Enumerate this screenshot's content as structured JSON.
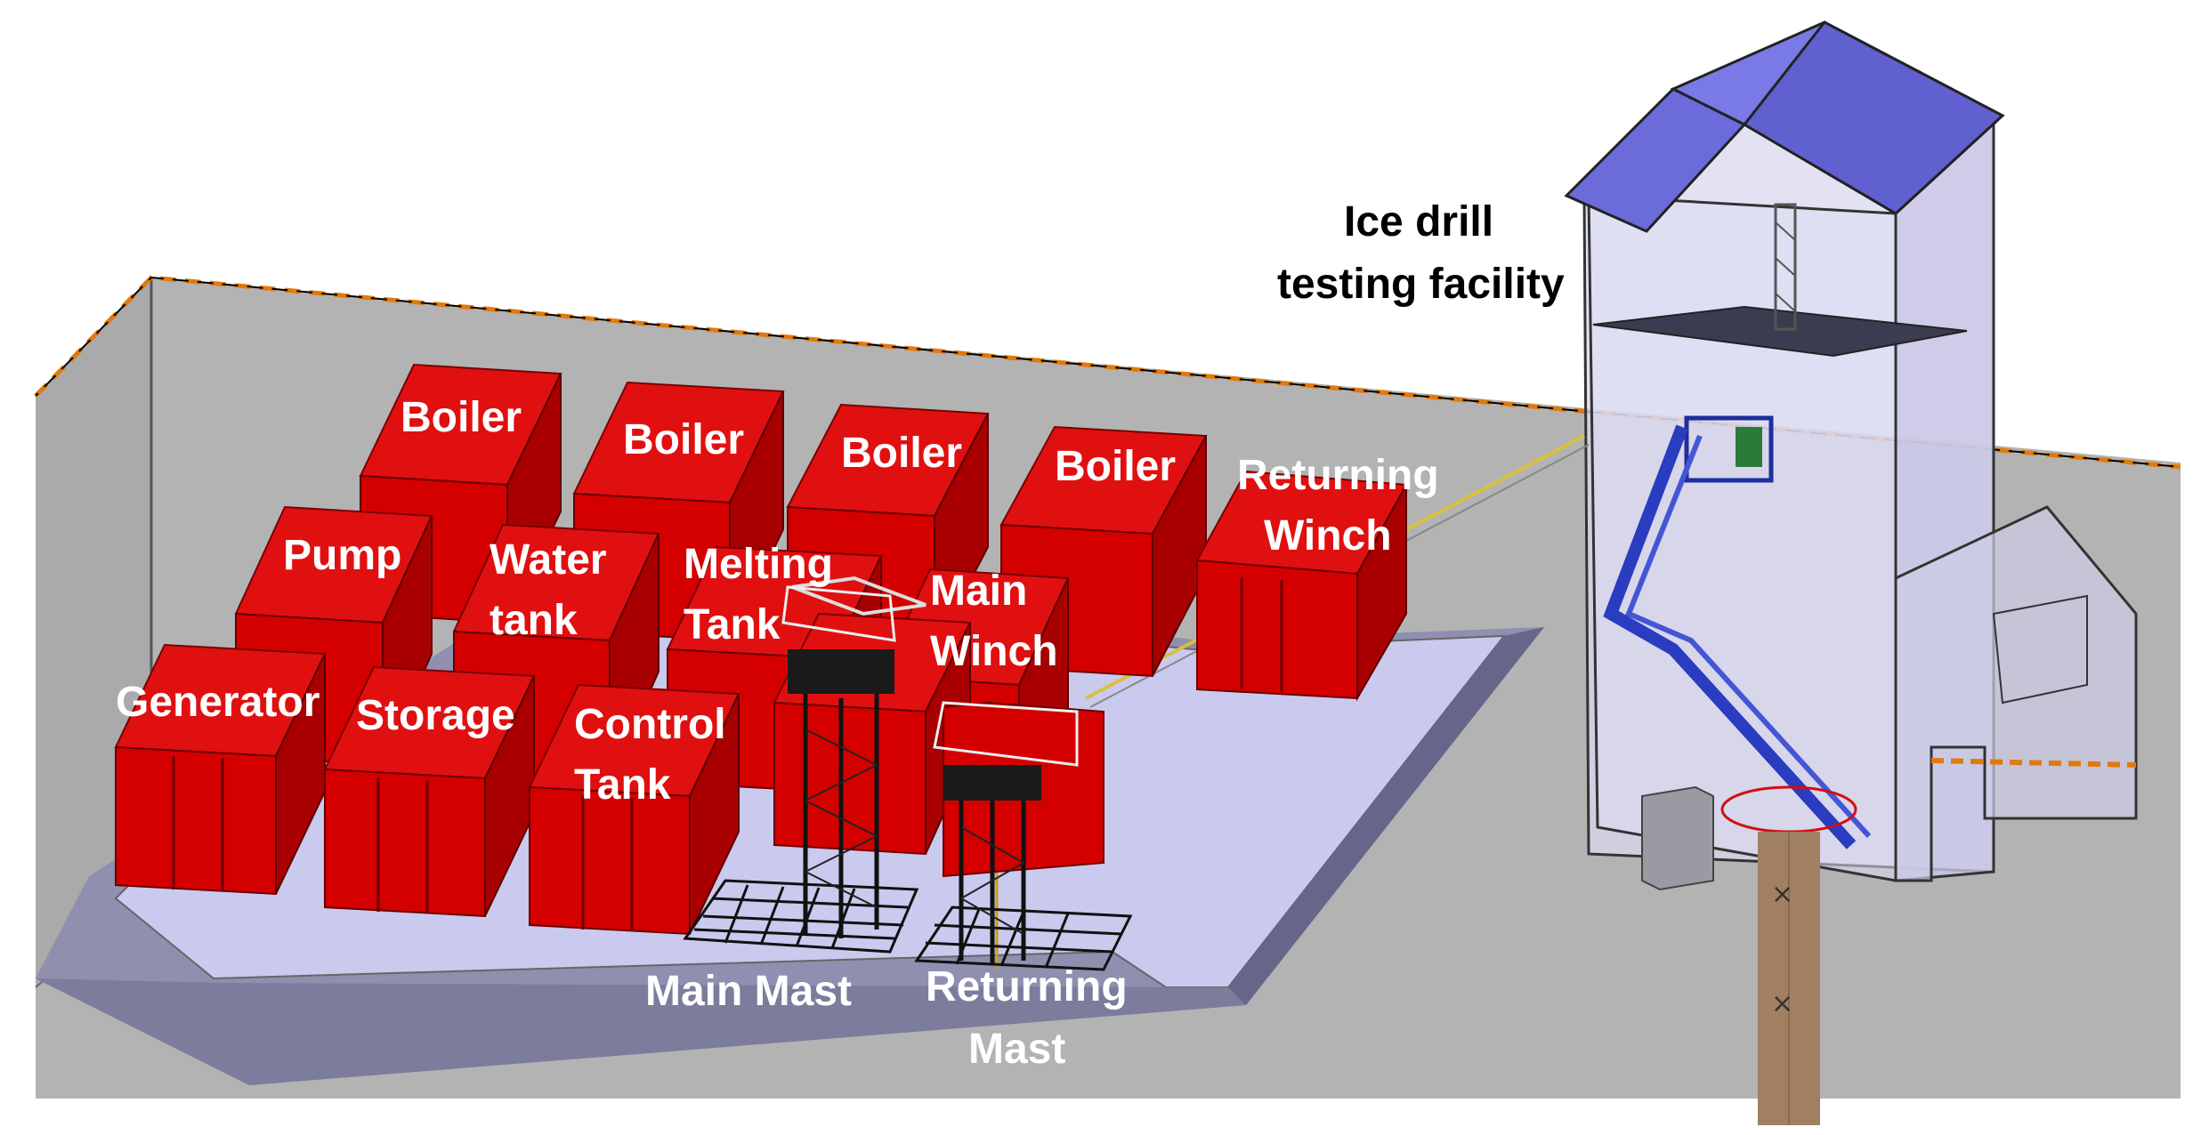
{
  "labels": {
    "boiler_1": "Boiler",
    "boiler_2": "Boiler",
    "boiler_3": "Boiler",
    "boiler_4": "Boiler",
    "returning_winch_l1": "Returning",
    "returning_winch_l2": "Winch",
    "pump": "Pump",
    "water_tank_l1": "Water",
    "water_tank_l2": "tank",
    "melting_tank_l1": "Melting",
    "melting_tank_l2": "Tank",
    "main_winch_l1": "Main",
    "main_winch_l2": "Winch",
    "generator": "Generator",
    "storage": "Storage",
    "control_tank_l1": "Control",
    "control_tank_l2": "Tank",
    "main_mast": "Main Mast",
    "returning_mast_l1": "Returning",
    "returning_mast_l2": "Mast",
    "facility_l1": "Ice drill",
    "facility_l2": "testing facility"
  },
  "colors": {
    "equipment_red": "#d40000",
    "roof_blue": "#6b6bdc",
    "ground_gray": "#b3b3b3",
    "platform_lavender": "#c9c8ec",
    "staircase_blue": "#2a3cc0",
    "boundary_orange": "#e07a10"
  }
}
